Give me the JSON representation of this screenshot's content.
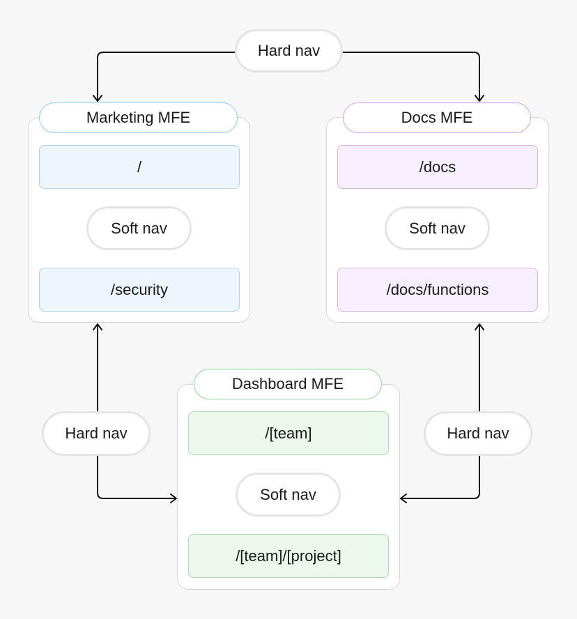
{
  "colors": {
    "marketing": "#8ec7f2",
    "docs": "#cf9ee8",
    "dashboard": "#8fd49c",
    "arrow": "#111111"
  },
  "top_nav": {
    "label": "Hard nav"
  },
  "left_nav": {
    "label": "Hard nav"
  },
  "right_nav": {
    "label": "Hard nav"
  },
  "marketing": {
    "title": "Marketing MFE",
    "route_top": "/",
    "soft_nav": "Soft nav",
    "route_bottom": "/security"
  },
  "docs": {
    "title": "Docs MFE",
    "route_top": "/docs",
    "soft_nav": "Soft nav",
    "route_bottom": "/docs/functions"
  },
  "dashboard": {
    "title": "Dashboard MFE",
    "route_top": "/[team]",
    "soft_nav": "Soft nav",
    "route_bottom": "/[team]/[project]"
  }
}
